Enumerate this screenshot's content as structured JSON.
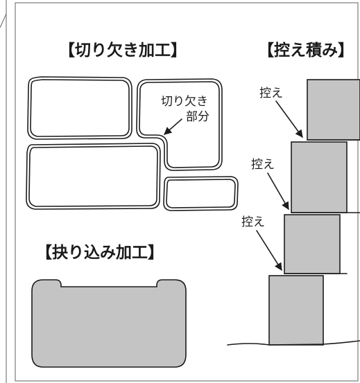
{
  "titles": {
    "notch": "【切り欠き加工】",
    "batter": "【控え積み】",
    "gouge": "【抉り込み加工】"
  },
  "labels": {
    "notch_line1": "切り欠き",
    "notch_line2": "部分",
    "hikae_1": "控え",
    "hikae_2": "控え",
    "hikae_3": "控え"
  },
  "colors": {
    "stone_fill": "#c4c4c4",
    "ink": "#1c1c1c",
    "frame": "#7a7a7a"
  }
}
